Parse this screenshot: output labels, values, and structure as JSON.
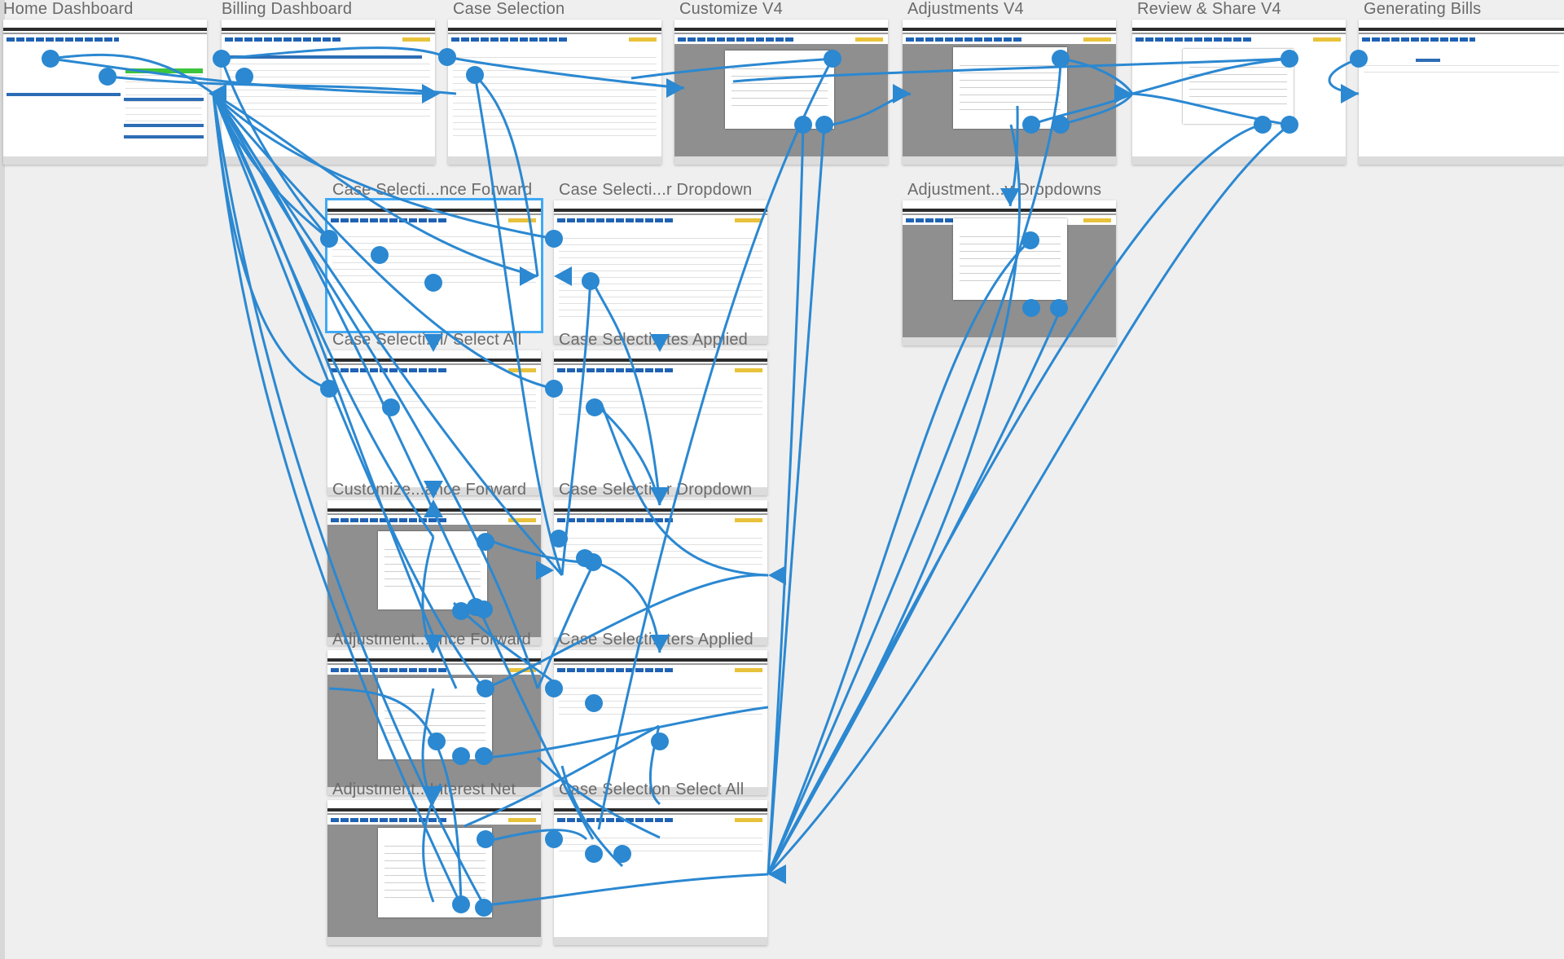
{
  "frames": [
    {
      "id": "home",
      "title": "Home Dashboard"
    },
    {
      "id": "billing",
      "title": "Billing Dashboard"
    },
    {
      "id": "casesel",
      "title": "Case Selection"
    },
    {
      "id": "custv4",
      "title": "Customize V4"
    },
    {
      "id": "adjv4",
      "title": "Adjustments V4"
    },
    {
      "id": "review",
      "title": "Review & Share V4"
    },
    {
      "id": "genbills",
      "title": "Generating Bills"
    },
    {
      "id": "csfwd",
      "title": "Case Selecti...nce Forward"
    },
    {
      "id": "csdrop1",
      "title": "Case Selecti...r Dropdown"
    },
    {
      "id": "adjdrop",
      "title": "Adjustment...y Dropdowns"
    },
    {
      "id": "csall",
      "title": "Case Selecti...l/ Select All"
    },
    {
      "id": "csapplied1",
      "title": "Case Selecti...tes Applied"
    },
    {
      "id": "custfwd",
      "title": "Customize...ance Forward"
    },
    {
      "id": "csdrop2",
      "title": "Case Selecti...r Dropdown"
    },
    {
      "id": "adjfwd",
      "title": "Adjustment...ance Forward"
    },
    {
      "id": "csapplied2",
      "title": "Case Selecti...ters Applied"
    },
    {
      "id": "adjint",
      "title": "Adjustment...Interest Net"
    },
    {
      "id": "csselall",
      "title": "Case Selection Select All"
    }
  ],
  "colors": {
    "link": "#2b88d1",
    "canvas": "#efefef",
    "selection": "#3fa9f5"
  }
}
